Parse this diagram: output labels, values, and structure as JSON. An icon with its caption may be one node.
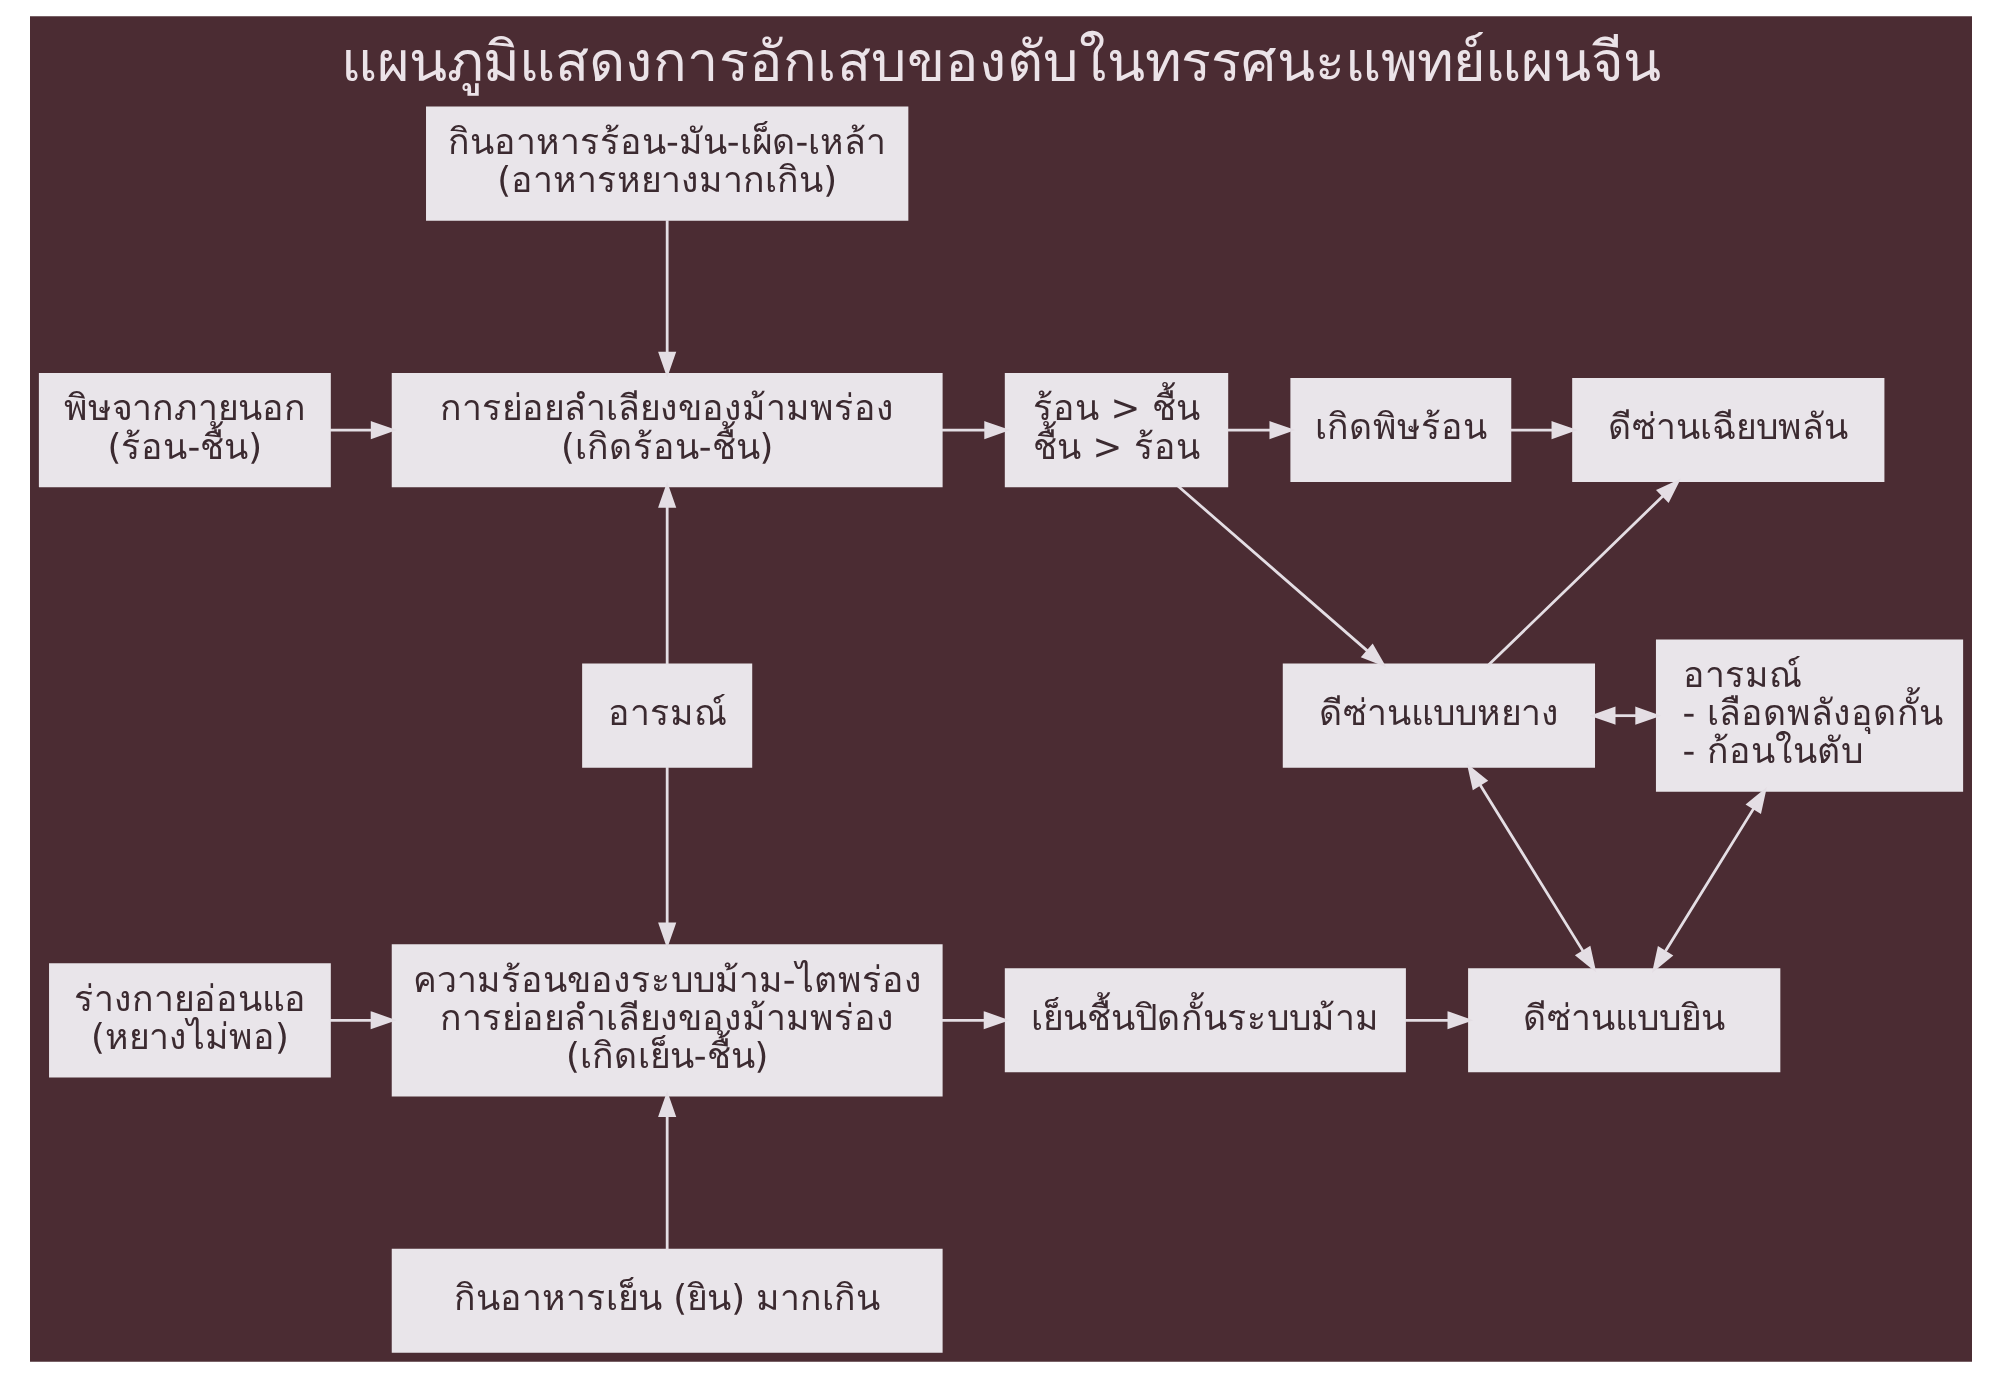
{
  "diagram": {
    "title": "แผนภูมิแสดงการอักเสบของตับในทรรศนะแพทย์แผนจีน",
    "nodes": [
      {
        "text": [
          "กินอาหารร้อน-มัน-เผ็ด-เหล้า",
          "(อาหารหยางมากเกิน)"
        ]
      },
      {
        "text": [
          "พิษจากภายนอก",
          "(ร้อน-ชื้น)"
        ]
      },
      {
        "text": [
          "การย่อยลำเลียงของม้ามพร่อง",
          "(เกิดร้อน-ชื้น)"
        ]
      },
      {
        "text": [
          "ร้อน > ชื้น",
          "ชื้น > ร้อน"
        ]
      },
      {
        "text": [
          "เกิดพิษร้อน"
        ]
      },
      {
        "text": [
          "ดีซ่านเฉียบพลัน"
        ]
      },
      {
        "text": [
          "อารมณ์"
        ]
      },
      {
        "text": [
          "ดีซ่านแบบหยาง"
        ]
      },
      {
        "text": [
          "อารมณ์",
          "- เลือดพลังอุดกั้น",
          "- ก้อนในตับ"
        ]
      },
      {
        "text": [
          "ร่างกายอ่อนแอ",
          "(หยางไม่พอ)"
        ]
      },
      {
        "text": [
          "ความร้อนของระบบม้าม-ไตพร่อง",
          "การย่อยลำเลียงของม้ามพร่อง",
          "(เกิดเย็น-ชื้น)"
        ]
      },
      {
        "text": [
          "เย็นชื้นปิดกั้นระบบม้าม"
        ]
      },
      {
        "text": [
          "ดีซ่านแบบยิน"
        ]
      },
      {
        "text": [
          "กินอาหารเย็น (ยิน) มากเกิน"
        ]
      }
    ],
    "edges": [
      {
        "from": 0,
        "to": 2,
        "arrow": "to"
      },
      {
        "from": 1,
        "to": 2,
        "arrow": "to"
      },
      {
        "from": 6,
        "to": 2,
        "arrow": "to"
      },
      {
        "from": 6,
        "to": 10,
        "arrow": "to"
      },
      {
        "from": 2,
        "to": 3,
        "arrow": "to"
      },
      {
        "from": 3,
        "to": 4,
        "arrow": "to"
      },
      {
        "from": 3,
        "to": 7,
        "arrow": "to"
      },
      {
        "from": 4,
        "to": 5,
        "arrow": "to"
      },
      {
        "from": 7,
        "to": 5,
        "arrow": "to"
      },
      {
        "from": 9,
        "to": 10,
        "arrow": "to"
      },
      {
        "from": 13,
        "to": 10,
        "arrow": "to"
      },
      {
        "from": 10,
        "to": 11,
        "arrow": "to"
      },
      {
        "from": 11,
        "to": 12,
        "arrow": "to"
      },
      {
        "from": 7,
        "to": 12,
        "arrow": "both"
      },
      {
        "from": 7,
        "to": 8,
        "arrow": "both"
      },
      {
        "from": 12,
        "to": 8,
        "arrow": "both"
      }
    ]
  }
}
